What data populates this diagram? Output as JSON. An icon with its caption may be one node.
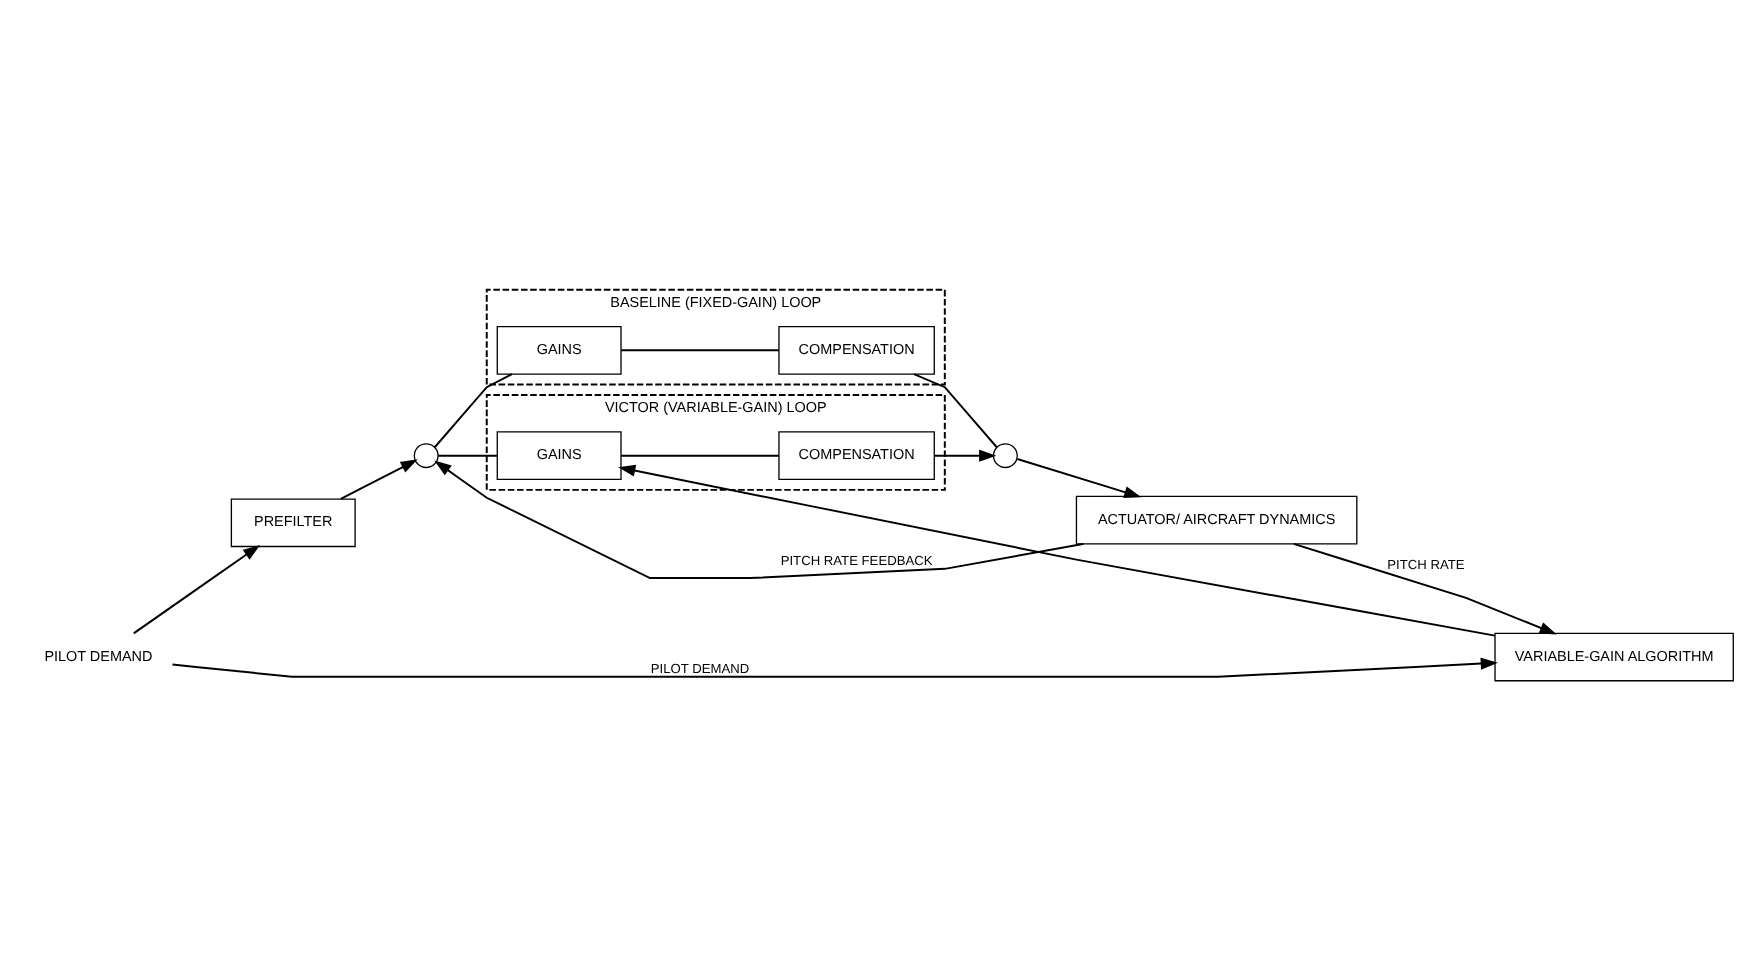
{
  "diagram": {
    "nodes": [
      {
        "text": [
          "PILOT DEMAND"
        ]
      },
      {
        "text": [
          "PREFILTER"
        ]
      },
      {
        "text": [],
        "shape": "circle"
      },
      {
        "text": [
          "BASELINE (FIXED-GAIN) LOOP"
        ]
      },
      {
        "text": [
          "GAINS"
        ],
        "in": 3
      },
      {
        "text": [
          "COMPENSATION"
        ],
        "in": 3
      },
      {
        "text": [
          "VICTOR (VARIABLE-GAIN) LOOP"
        ]
      },
      {
        "text": [
          "GAINS"
        ],
        "in": 6
      },
      {
        "text": [
          "COMPENSATION"
        ],
        "in": 6
      },
      {
        "text": [],
        "shape": "circle"
      },
      {
        "text": [
          "ACTUATOR/ AIRCRAFT DYNAMICS"
        ]
      },
      {
        "text": [
          "VARIABLE-GAIN ALGORITHM"
        ]
      }
    ],
    "edges": [
      {
        "from": 0,
        "to": 1,
        "arrow": "to"
      },
      {
        "from": 1,
        "to": 2,
        "arrow": "to"
      },
      {
        "from": 2,
        "to": 4,
        "arrow": "none"
      },
      {
        "from": 4,
        "to": 5,
        "arrow": "none"
      },
      {
        "from": 5,
        "to": 9,
        "arrow": "none"
      },
      {
        "from": 2,
        "to": 7,
        "arrow": "none"
      },
      {
        "from": 7,
        "to": 8,
        "arrow": "none"
      },
      {
        "from": 8,
        "to": 9,
        "arrow": "to"
      },
      {
        "from": 9,
        "to": 10,
        "arrow": "to"
      },
      {
        "from": 10,
        "to": 2,
        "arrow": "to",
        "label": "PITCH RATE FEEDBACK"
      },
      {
        "from": 0,
        "to": 11,
        "arrow": "to",
        "label": "PILOT DEMAND"
      },
      {
        "from": 10,
        "to": 11,
        "arrow": "to",
        "label": "PITCH RATE"
      },
      {
        "from": 11,
        "to": 7,
        "arrow": "to"
      }
    ]
  }
}
